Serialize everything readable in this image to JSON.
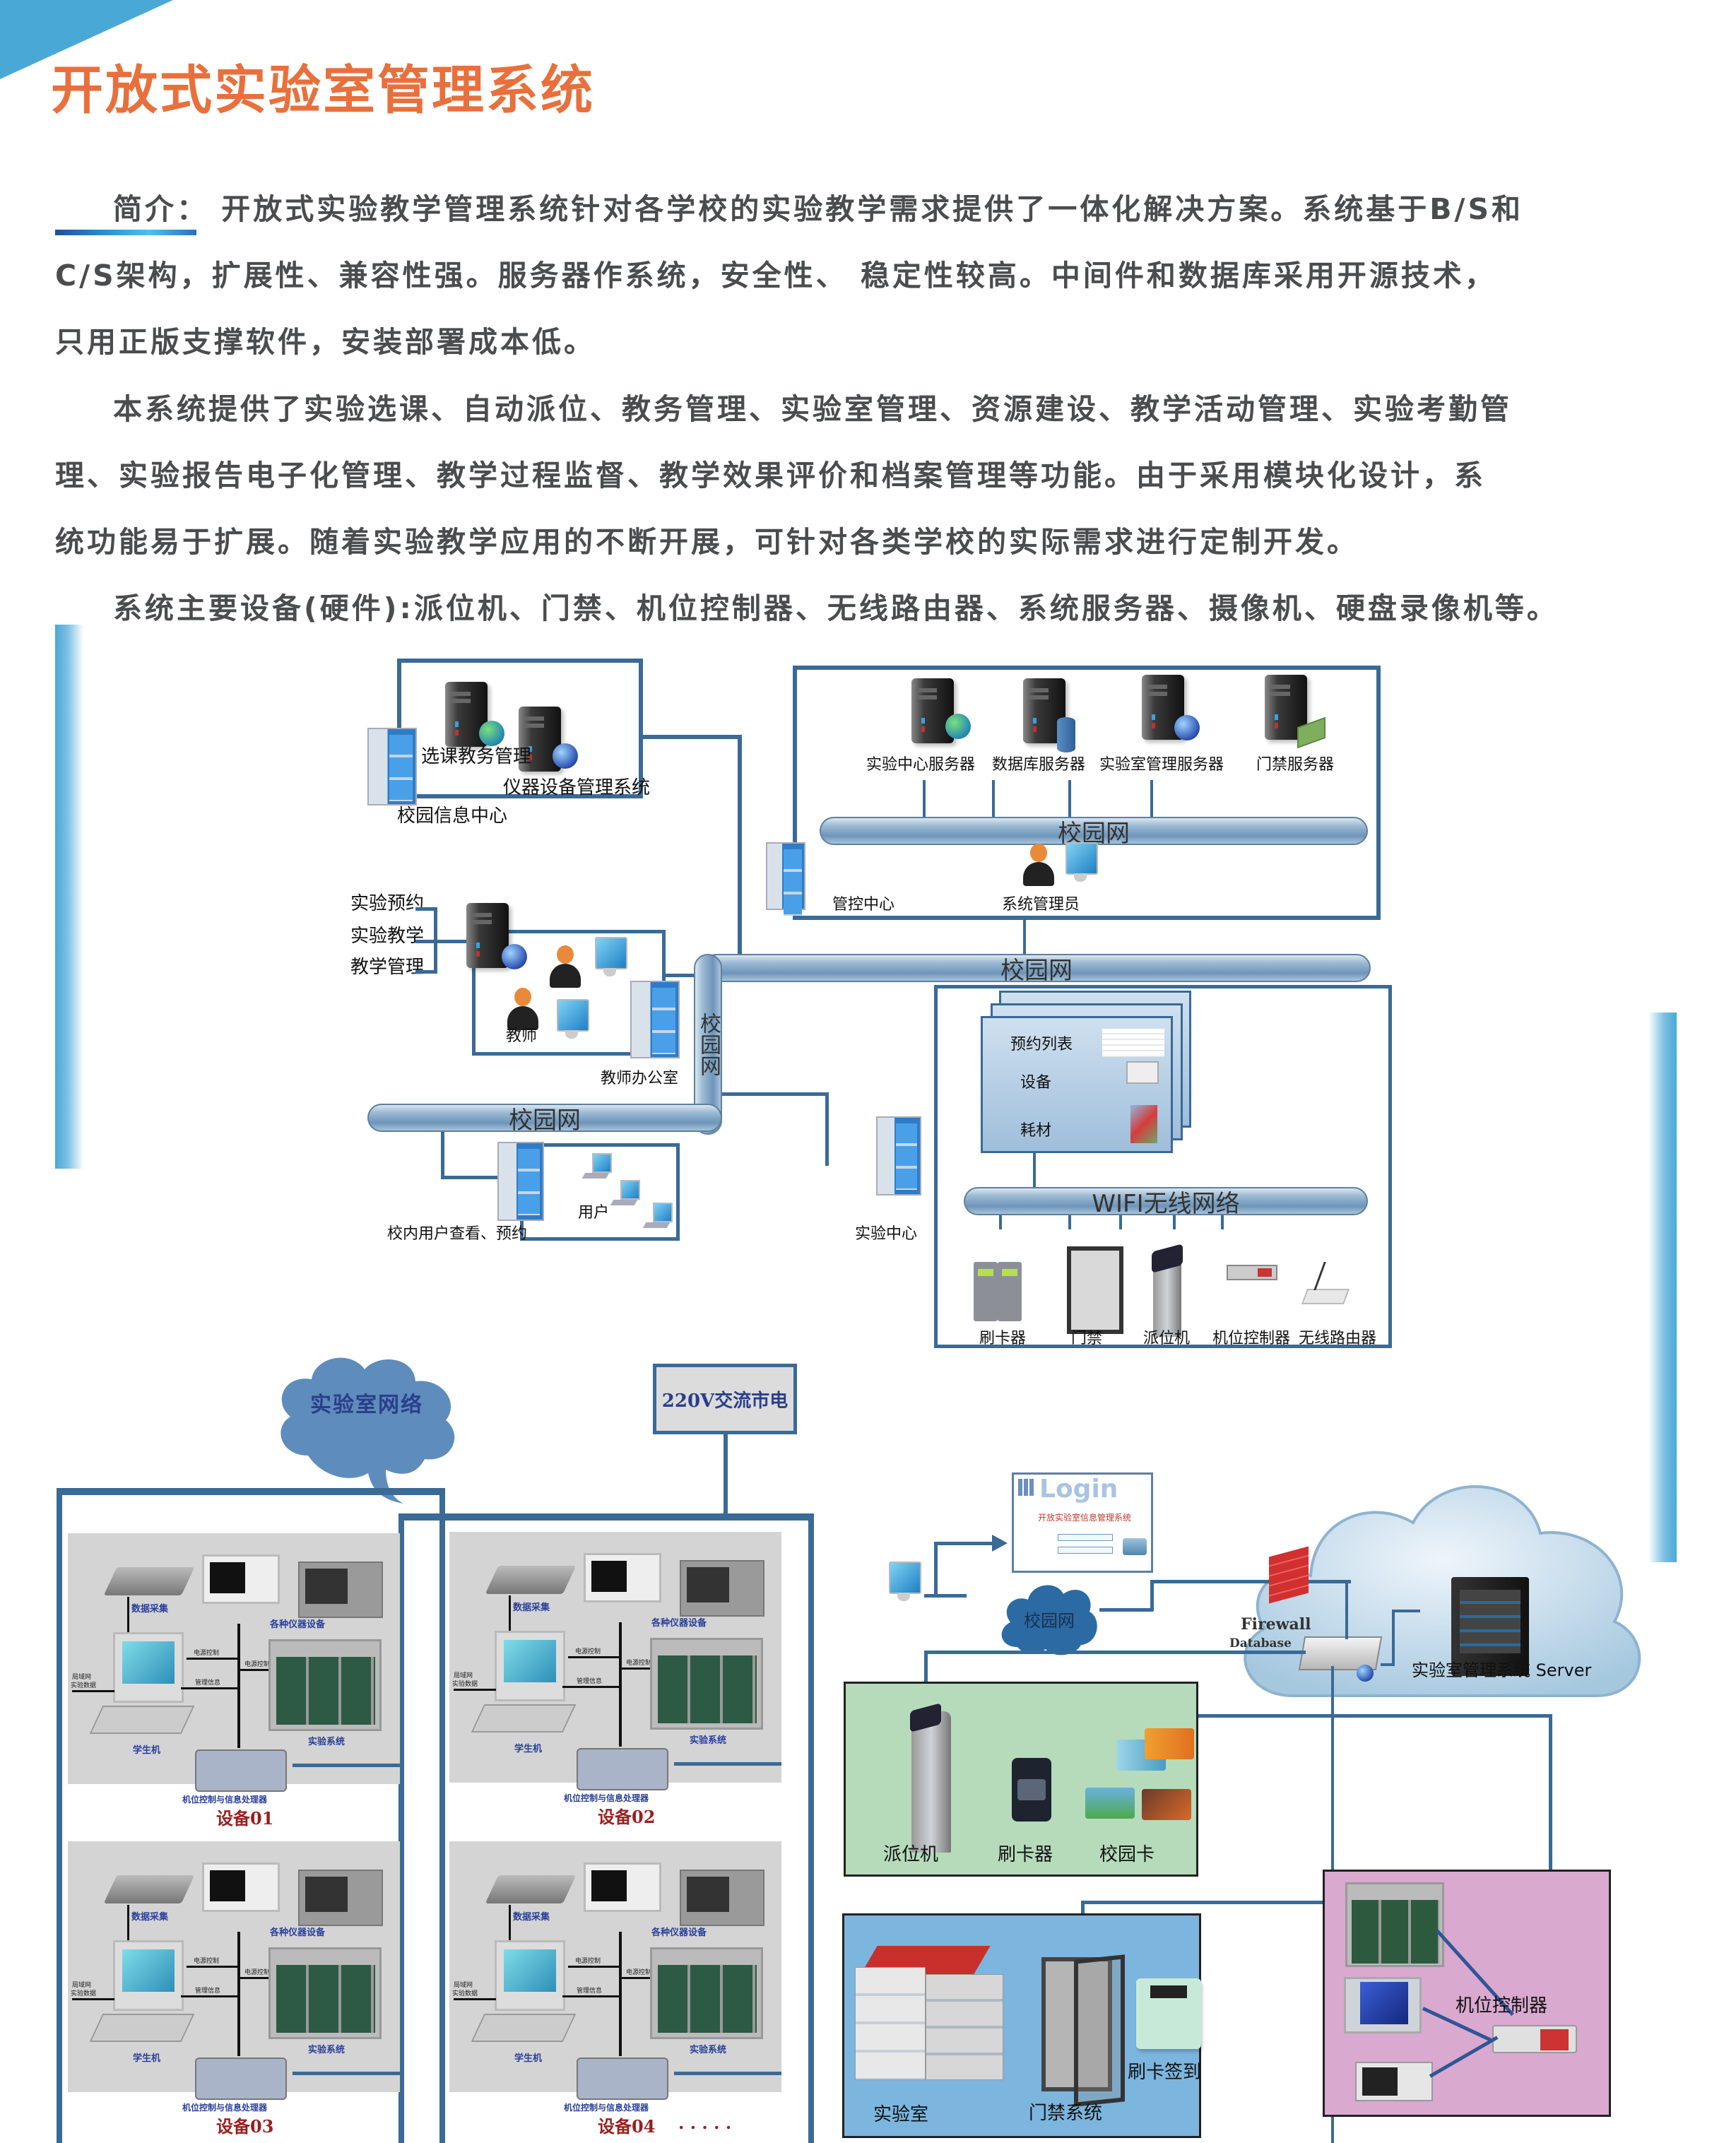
{
  "header": {
    "title": "开放式实验室管理系统"
  },
  "intro": {
    "lines": [
      "简介：  开放式实验教学管理系统针对各学校的实验教学需求提供了一体化解决方案。系统基于B/S和",
      "C/S架构，扩展性、兼容性强。服务器作系统，安全性、 稳定性较高。中间件和数据库采用开源技术，",
      "只用正版支撑软件，安装部署成本低。",
      "本系统提供了实验选课、自动派位、教务管理、实验室管理、资源建设、教学活动管理、实验考勤管",
      "理、实验报告电子化管理、教学过程监督、教学效果评价和档案管理等功能。由于采用模块化设计，系",
      "统功能易于扩展。随着实验教学应用的不断开展，可针对各类学校的实际需求进行定制开发。",
      "系统主要设备(硬件):派位机、门禁、机位控制器、无线路由器、系统服务器、摄像机、硬盘录像机等。"
    ]
  },
  "diagram_top": {
    "campus_info": {
      "servers": [
        "选课教务管理",
        "仪器设备管理系统"
      ],
      "center_label": "校园信息中心"
    },
    "control_center": {
      "servers": [
        "实验中心服务器",
        "数据库服务器",
        "实验室管理服务器",
        "门禁服务器"
      ],
      "network_label": "校园网",
      "center_label": "管控中心",
      "admin_label": "系统管理员"
    },
    "teacher_office": {
      "functions": [
        "实验预约",
        "实验教学",
        "教学管理"
      ],
      "teacher_label": "教师",
      "office_label": "教师办公室"
    },
    "campus_network_labels": {
      "main_pipe": "校园网",
      "vertical_pipe": "校园网",
      "lower_pipe": "校园网"
    },
    "users": {
      "user_label": "用户",
      "query_label": "校内用户查看、预约"
    },
    "lab_center": {
      "center_label": "实验中心",
      "sheet_rows": [
        "预约列表",
        "设备",
        "耗材"
      ],
      "wifi_label": "WIFI无线网络",
      "devices": [
        "刷卡器",
        "门禁",
        "派位机",
        "机位控制器",
        "无线路由器"
      ]
    }
  },
  "diagram_bottom_left": {
    "cloud_label": "实验室网络",
    "power_label": "220V交流市电",
    "station": {
      "daq": "数据采集",
      "instruments": "各种仪器设备",
      "power_ctrl_1": "电源控制",
      "power_ctrl_2": "电源控制",
      "mgmt_info": "管理信息",
      "lan_data_1": "局域网",
      "lan_data_2": "实验数据",
      "student_pc": "学生机",
      "exp_system": "实验系统",
      "controller": "机位控制与信息处理器"
    },
    "devices": [
      "设备01",
      "设备02",
      "设备03",
      "设备04"
    ],
    "ellipsis": ". . . . ."
  },
  "diagram_bottom_right": {
    "login": {
      "title": "Login",
      "subtitle": "开放实验室信息管理系统"
    },
    "campus_cloud_label": "校园网",
    "firewall_label": "Firewall",
    "database_label": "Database",
    "server_label": "实验室管理系统 Server",
    "green_panel": [
      "派位机",
      "刷卡器",
      "校园卡"
    ],
    "blue_panel": [
      "实验室",
      "门禁系统",
      "刷卡签到"
    ],
    "pink_panel": [
      "机位控制器"
    ]
  },
  "colors": {
    "title": "#e8703c",
    "body_text": "#4b4c4e",
    "accent_blue": "#4aa8d6",
    "line_blue": "#3a6a96",
    "green_panel": "#b5dbbb",
    "blue_panel": "#7cb5de",
    "pink_panel": "#d9a9cf"
  }
}
